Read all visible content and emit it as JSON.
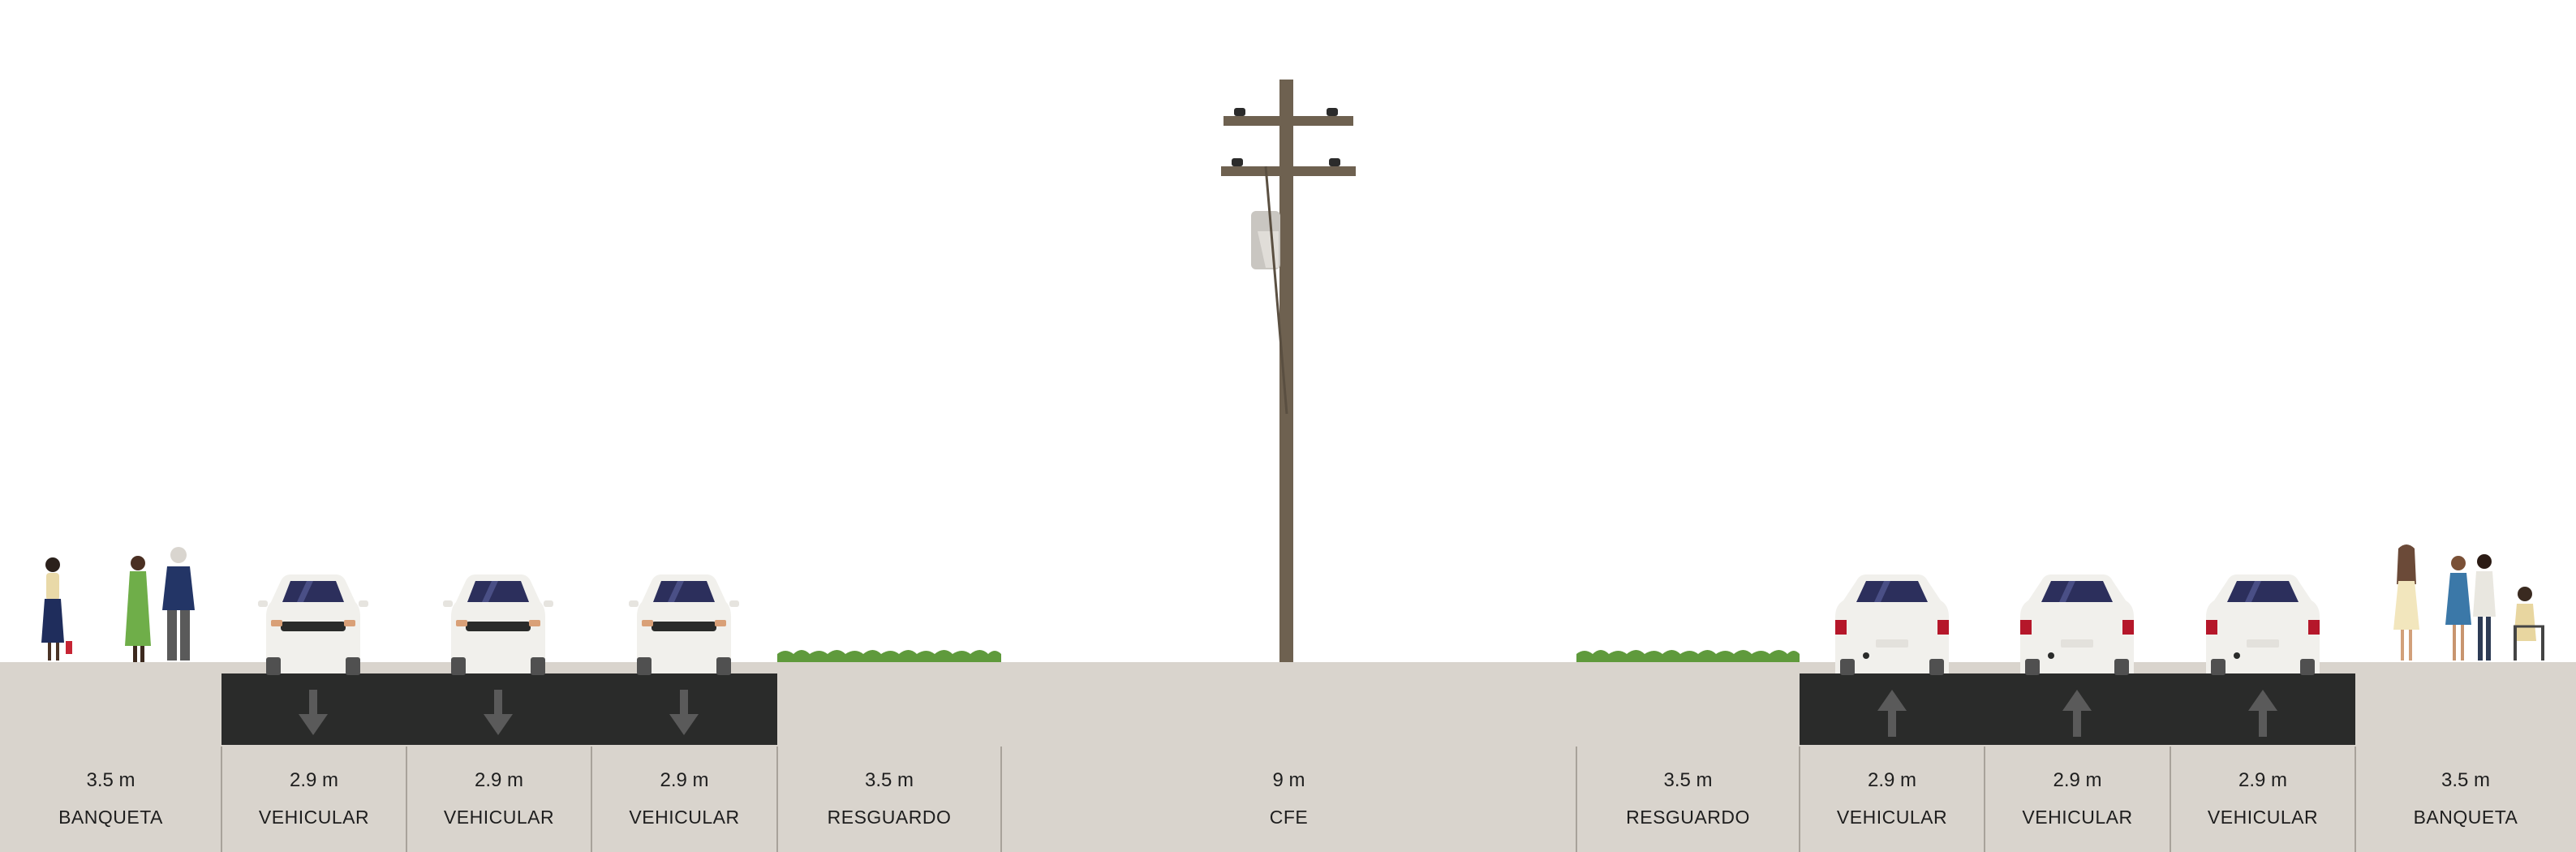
{
  "segments": [
    {
      "width_label": "3.5 m",
      "name": "BANQUETA"
    },
    {
      "width_label": "2.9 m",
      "name": "VEHICULAR"
    },
    {
      "width_label": "2.9 m",
      "name": "VEHICULAR"
    },
    {
      "width_label": "2.9 m",
      "name": "VEHICULAR"
    },
    {
      "width_label": "3.5 m",
      "name": "RESGUARDO"
    },
    {
      "width_label": "9 m",
      "name": "CFE"
    },
    {
      "width_label": "3.5 m",
      "name": "RESGUARDO"
    },
    {
      "width_label": "2.9 m",
      "name": "VEHICULAR"
    },
    {
      "width_label": "2.9 m",
      "name": "VEHICULAR"
    },
    {
      "width_label": "2.9 m",
      "name": "VEHICULAR"
    },
    {
      "width_label": "3.5 m",
      "name": "BANQUETA"
    }
  ],
  "colors": {
    "ground": "#d9d4cd",
    "asphalt": "#2a2b2a",
    "arrow": "#5a5a5a",
    "grass": "#5f9a3c",
    "pole": "#6e6150",
    "car_body": "#f1f0ec",
    "windshield": "#2c2f5c",
    "taillight": "#b5172a"
  },
  "icons": {
    "southbound_lane_arrow": "arrow-down-icon",
    "northbound_lane_arrow": "arrow-up-icon",
    "utility_pole": "utility-pole-icon",
    "car_front": "car-front-icon",
    "car_rear": "car-rear-icon",
    "pedestrian": "pedestrian-icon",
    "grass": "grass-icon"
  }
}
